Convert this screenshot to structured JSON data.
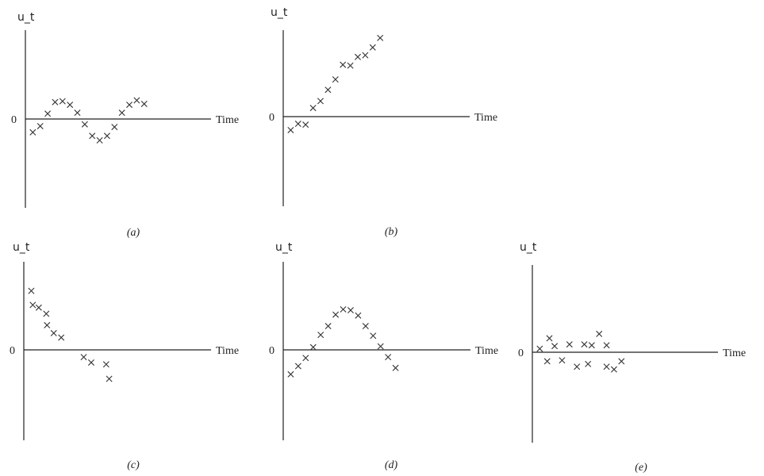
{
  "chart_data": [
    {
      "type": "scatter",
      "caption": "(a)",
      "ylabel": "u_t",
      "xlabel": "Time",
      "zero_label": "0",
      "xlim": [
        0,
        25
      ],
      "ylim": [
        -1.0,
        1.0
      ],
      "grid": false,
      "marker": "x",
      "points": [
        [
          1,
          -0.15
        ],
        [
          2,
          -0.08
        ],
        [
          3,
          0.06
        ],
        [
          4,
          0.19
        ],
        [
          5,
          0.2
        ],
        [
          6,
          0.16
        ],
        [
          7,
          0.07
        ],
        [
          8,
          -0.06
        ],
        [
          9,
          -0.19
        ],
        [
          10,
          -0.24
        ],
        [
          11,
          -0.19
        ],
        [
          12,
          -0.09
        ],
        [
          13,
          0.07
        ],
        [
          14,
          0.16
        ],
        [
          15,
          0.21
        ],
        [
          16,
          0.17
        ]
      ]
    },
    {
      "type": "scatter",
      "caption": "(b)",
      "ylabel": "u_t",
      "xlabel": "Time",
      "zero_label": "0",
      "xlim": [
        0,
        25
      ],
      "ylim": [
        -1.0,
        1.0
      ],
      "grid": false,
      "marker": "x",
      "points": [
        [
          1,
          -0.15
        ],
        [
          2,
          -0.08
        ],
        [
          3,
          -0.09
        ],
        [
          4,
          0.1
        ],
        [
          5,
          0.18
        ],
        [
          6,
          0.31
        ],
        [
          7,
          0.43
        ],
        [
          8,
          0.6
        ],
        [
          9,
          0.59
        ],
        [
          10,
          0.69
        ],
        [
          11,
          0.71
        ],
        [
          12,
          0.8
        ],
        [
          13,
          0.91
        ]
      ]
    },
    {
      "type": "scatter",
      "caption": "(c)",
      "ylabel": "u_t",
      "xlabel": "Time",
      "zero_label": "0",
      "xlim": [
        0,
        25
      ],
      "ylim": [
        -1.0,
        1.0
      ],
      "grid": false,
      "marker": "x",
      "points": [
        [
          1,
          0.67
        ],
        [
          1.2,
          0.51
        ],
        [
          2,
          0.48
        ],
        [
          3,
          0.41
        ],
        [
          3.1,
          0.28
        ],
        [
          4,
          0.19
        ],
        [
          5,
          0.14
        ],
        [
          8,
          -0.08
        ],
        [
          9,
          -0.14
        ],
        [
          11,
          -0.16
        ],
        [
          11.4,
          -0.32
        ]
      ]
    },
    {
      "type": "scatter",
      "caption": "(d)",
      "ylabel": "u_t",
      "xlabel": "Time",
      "zero_label": "0",
      "xlim": [
        0,
        25
      ],
      "ylim": [
        -1.0,
        1.0
      ],
      "grid": false,
      "marker": "x",
      "points": [
        [
          1,
          -0.27
        ],
        [
          2,
          -0.18
        ],
        [
          3,
          -0.09
        ],
        [
          4,
          0.03
        ],
        [
          5,
          0.17
        ],
        [
          6,
          0.27
        ],
        [
          7,
          0.4
        ],
        [
          8,
          0.46
        ],
        [
          9,
          0.45
        ],
        [
          10,
          0.39
        ],
        [
          11,
          0.27
        ],
        [
          12,
          0.16
        ],
        [
          13,
          0.04
        ],
        [
          14,
          -0.08
        ],
        [
          15,
          -0.2
        ]
      ]
    },
    {
      "type": "scatter",
      "caption": "(e)",
      "ylabel": "u_t",
      "xlabel": "Time",
      "zero_label": "0",
      "xlim": [
        0,
        25
      ],
      "ylim": [
        -1.0,
        1.0
      ],
      "grid": false,
      "marker": "x",
      "points": [
        [
          1,
          0.04
        ],
        [
          2,
          -0.1
        ],
        [
          2.3,
          0.16
        ],
        [
          3,
          0.07
        ],
        [
          4,
          -0.09
        ],
        [
          5,
          0.09
        ],
        [
          6,
          -0.16
        ],
        [
          7,
          0.09
        ],
        [
          7.5,
          -0.13
        ],
        [
          8,
          0.08
        ],
        [
          9,
          0.21
        ],
        [
          10,
          -0.16
        ],
        [
          10,
          0.08
        ],
        [
          11,
          -0.19
        ],
        [
          12,
          -0.1
        ]
      ]
    }
  ]
}
